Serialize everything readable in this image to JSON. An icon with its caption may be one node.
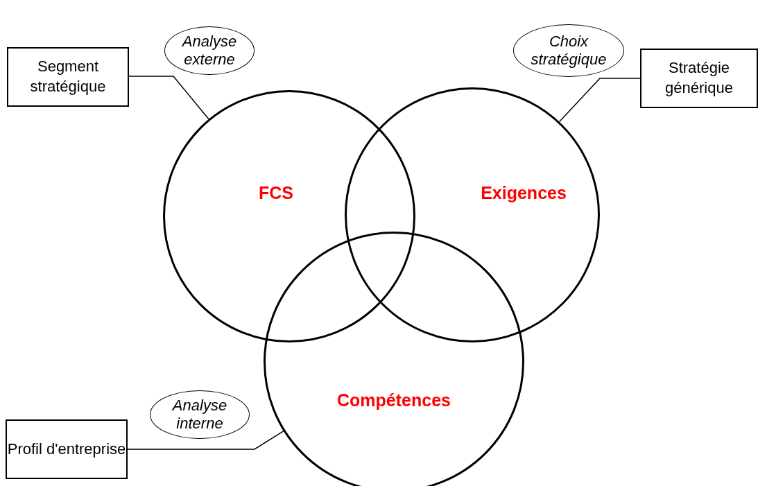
{
  "diagram": {
    "nodes": [
      {
        "text": [
          "Segment stratégique"
        ]
      },
      {
        "text": [
          "Analyse externe"
        ]
      },
      {
        "text": [
          "FCS"
        ]
      },
      {
        "text": [
          "Choix stratégique"
        ]
      },
      {
        "text": [
          "Stratégie générique"
        ]
      },
      {
        "text": [
          "Exigences"
        ]
      },
      {
        "text": [
          "Compétences"
        ]
      },
      {
        "text": [
          "Analyse interne"
        ]
      },
      {
        "text": [
          "Profil d'entreprise"
        ]
      }
    ],
    "edges": [
      {
        "from": 0,
        "to": 2,
        "arrow": "none"
      },
      {
        "from": 4,
        "to": 5,
        "arrow": "none"
      },
      {
        "from": 8,
        "to": 6,
        "arrow": "none"
      }
    ]
  }
}
